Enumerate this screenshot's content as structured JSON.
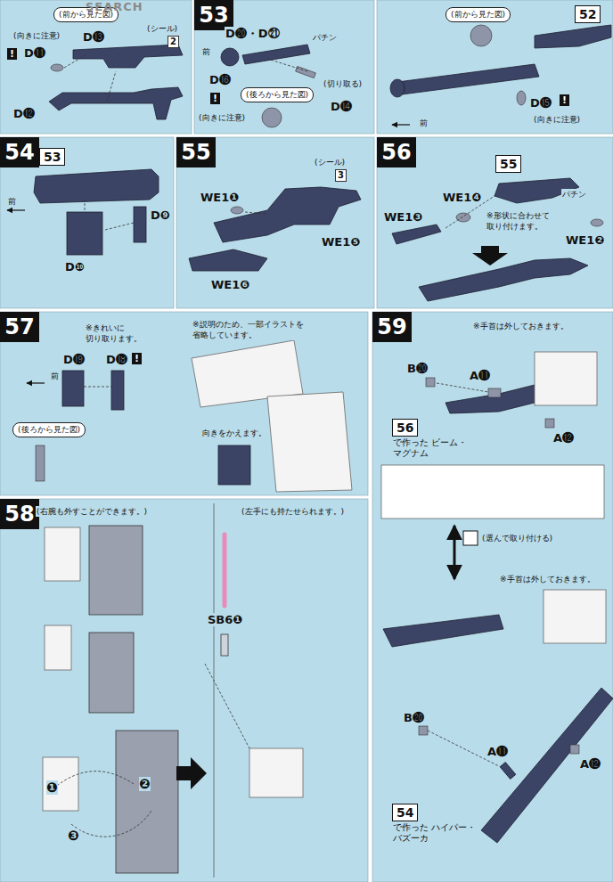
{
  "diagram": {
    "nodes": [
      {
        "text": [
          "(前から見た図)"
        ]
      },
      {
        "text": [
          "53"
        ]
      },
      {
        "text": [
          "(後ろから見た図)"
        ]
      },
      {
        "text": [
          "52"
        ]
      },
      {
        "text": [
          "(前から見た図)"
        ]
      },
      {
        "text": [
          "54"
        ]
      },
      {
        "text": [
          "53"
        ]
      },
      {
        "text": [
          "55"
        ]
      },
      {
        "text": [
          "56"
        ]
      },
      {
        "text": [
          "55"
        ]
      },
      {
        "text": [
          "57"
        ]
      },
      {
        "text": [
          "(後ろから見た図)"
        ]
      },
      {
        "text": [
          "59"
        ]
      },
      {
        "text": [
          "56",
          "で作った ビーム・マグナム"
        ]
      },
      {
        "text": [
          "54",
          "で作った ハイパー・バズーカ"
        ]
      },
      {
        "text": [
          "58"
        ]
      }
    ],
    "labels": [
      "(向きに注意)",
      "!",
      "D⓫",
      "D⓭",
      "(シール)",
      "2",
      "D⓬",
      "D⓴・D㉑",
      "パチン",
      "前",
      "D⓰",
      "!",
      "(向きに注意)",
      "(切り取る)",
      "D⓮",
      "D⓯",
      "!",
      "(向きに注意)",
      "前",
      "前",
      "D❾",
      "D❿",
      "WE1❶",
      "(シール)",
      "3",
      "WE1❺",
      "WE1❻",
      "パチン",
      "WE1❸",
      "WE1❹",
      "WE1❷",
      "※形状に合わせて 取り付けます。",
      "※きれいに 切り取ります。",
      "D⓳",
      "D⓲",
      "!",
      "前",
      "※説明のため、一部イラストを 省略しています。",
      "向きをかえます。",
      "※手首は外しておきます。",
      "B⓴",
      "A⓫",
      "A⓬",
      "(選んで取り付ける)",
      "※手首は外しておきます。",
      "B⓴",
      "A⓫",
      "A⓬",
      "(右腕も外すことができます。)",
      "(左手にも持たせられます。)",
      "SB6❶",
      "❶",
      "❷",
      "❸",
      "SEARCH"
    ]
  }
}
